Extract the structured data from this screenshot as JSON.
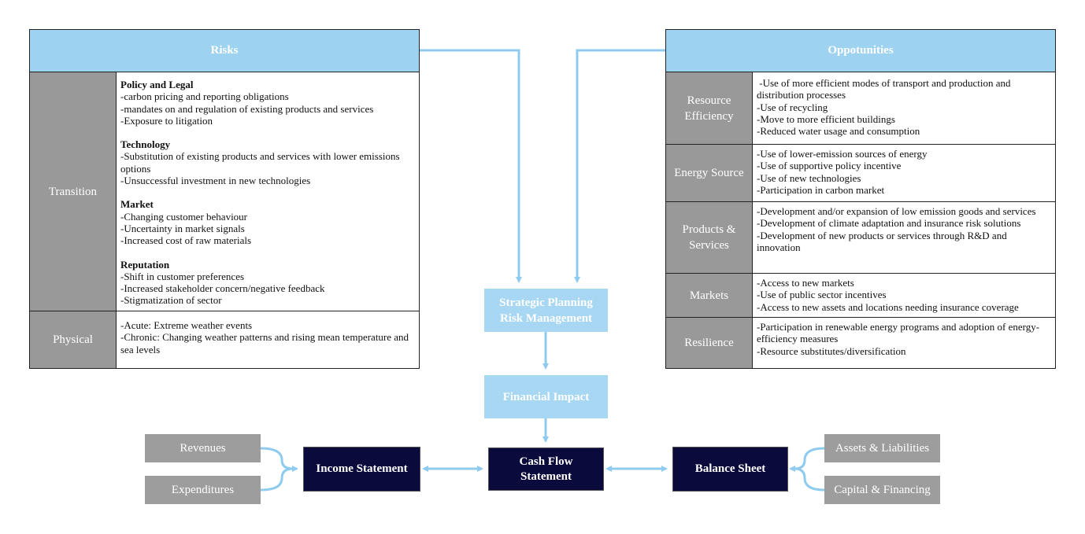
{
  "risks": {
    "title": "Risks",
    "transition": {
      "label": "Transition",
      "groups": [
        {
          "heading": "Policy and Legal",
          "lines": [
            "-carbon pricing and reporting obligations",
            "-mandates on and regulation of existing products and services",
            "-Exposure to litigation"
          ]
        },
        {
          "heading": "Technology",
          "lines": [
            "-Substitution of existing products and services with lower emissions options",
            "-Unsuccessful investment in new technologies"
          ]
        },
        {
          "heading": "Market",
          "lines": [
            "-Changing customer behaviour",
            "-Uncertainty in market signals",
            "-Increased cost of raw materials"
          ]
        },
        {
          "heading": "Reputation",
          "lines": [
            "-Shift in customer preferences",
            "-Increased stakeholder concern/negative feedback",
            "-Stigmatization of sector"
          ]
        }
      ]
    },
    "physical": {
      "label": "Physical",
      "lines": [
        "-Acute: Extreme weather events",
        "-Chronic: Changing weather patterns and rising mean temperature and sea levels"
      ]
    }
  },
  "opportunities": {
    "title": "Oppotunities",
    "rows": [
      {
        "label": "Resource Efficiency",
        "lines": [
          " -Use of more efficient modes of transport and production and distribution processes",
          "-Use of recycling",
          "-Move to more efficient buildings",
          "-Reduced water usage and consumption"
        ]
      },
      {
        "label": "Energy Source",
        "lines": [
          "-Use of lower-emission sources of energy",
          "-Use of supportive policy incentive",
          "-Use of new technologies",
          "-Participation in carbon market"
        ]
      },
      {
        "label": "Products & Services",
        "lines": [
          "-Development and/or expansion of low emission goods and services",
          "-Development of climate adaptation and insurance risk solutions",
          "-Development of new products or services through R&D and innovation"
        ]
      },
      {
        "label": "Markets",
        "lines": [
          "-Access to new markets",
          "-Use of public sector incentives",
          "-Access to new assets and locations needing insurance coverage"
        ]
      },
      {
        "label": "Resilience",
        "lines": [
          "-Participation in renewable energy programs and adoption of energy-efficiency measures",
          "-Resource substitutes/diversification"
        ]
      }
    ]
  },
  "flow": {
    "strategic_line1": "Strategic Planning",
    "strategic_line2": "Risk Management",
    "financial_impact": "Financial Impact",
    "income_statement": "Income Statement",
    "cash_flow_line1": "Cash Flow",
    "cash_flow_line2": "Statement",
    "balance_sheet": "Balance Sheet",
    "revenues": "Revenues",
    "expenditures": "Expenditures",
    "assets_liabilities": "Assets & Liabilities",
    "capital_financing": "Capital & Financing"
  },
  "colors": {
    "header_blue": "#9dd2f1",
    "connector_blue": "#8fcbef",
    "category_grey": "#999999",
    "statement_navy": "#0a0a3c"
  }
}
